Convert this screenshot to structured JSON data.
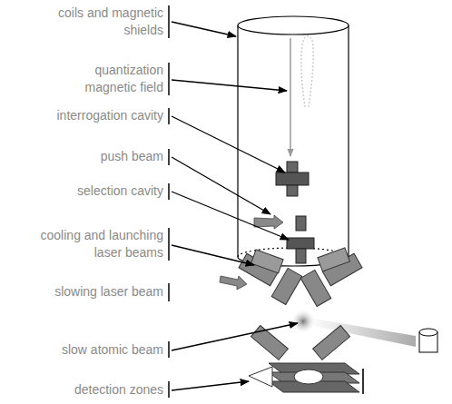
{
  "diagram": {
    "labels": [
      "coils and magnetic shields",
      "quantization magnetic field",
      "interrogation cavity",
      "push beam",
      "selection cavity",
      "cooling and launching laser beams",
      "slowing laser beam",
      "slow atomic beam",
      "detection zones"
    ]
  }
}
